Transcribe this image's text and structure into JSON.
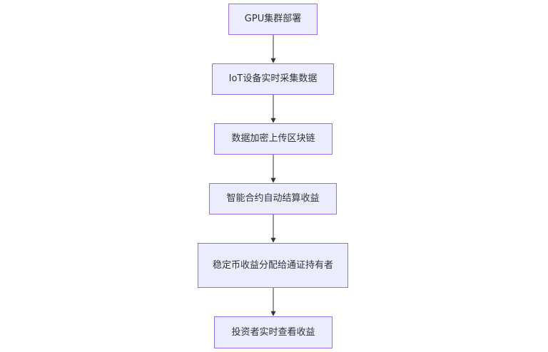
{
  "flowchart": {
    "direction": "top-down",
    "colors": {
      "node_fill": "#ececff",
      "node_border": "#9370db",
      "edge": "#333333",
      "text": "#333333"
    },
    "nodes": [
      {
        "id": "n1",
        "label": "GPU集群部署"
      },
      {
        "id": "n2",
        "label": "IoT设备实时采集数据"
      },
      {
        "id": "n3",
        "label": "数据加密上传区块链"
      },
      {
        "id": "n4",
        "label": "智能合约自动结算收益"
      },
      {
        "id": "n5",
        "label": "稳定币收益分配给通证持有者"
      },
      {
        "id": "n6",
        "label": "投资者实时查看收益"
      }
    ],
    "edges": [
      {
        "from": "n1",
        "to": "n2"
      },
      {
        "from": "n2",
        "to": "n3"
      },
      {
        "from": "n3",
        "to": "n4"
      },
      {
        "from": "n4",
        "to": "n5"
      },
      {
        "from": "n5",
        "to": "n6"
      }
    ]
  }
}
